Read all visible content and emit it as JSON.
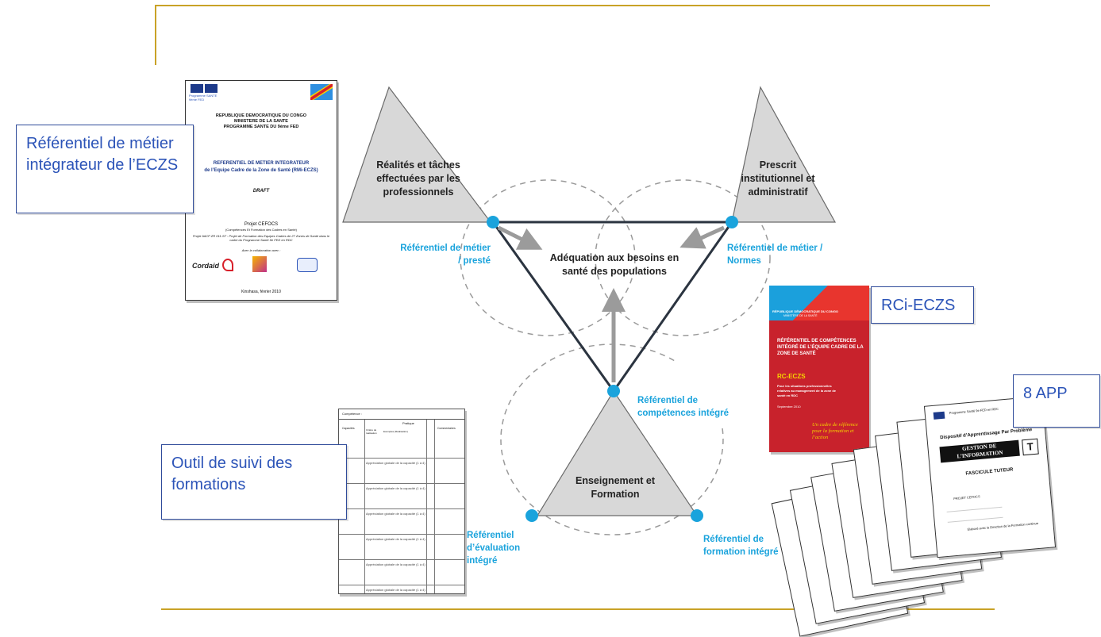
{
  "callouts": {
    "rmi": "Référentiel de métier intégrateur de l’ECZS",
    "rci": "RCi-ECZS",
    "app": "8 APP",
    "outil": "Outil de suivi des formations"
  },
  "diagram": {
    "left_triangle": "Réalités et tâches effectuées par les professionnels",
    "right_triangle": "Prescrit institutionnel et administratif",
    "bottom_triangle": "Enseignement et Formation",
    "center": "Adéquation aux besoins en santé des populations",
    "ref_metier_preste": "Référentiel de métier / presté",
    "ref_metier_normes": "Référentiel de métier / Normes",
    "ref_competences": "Référentiel de compétences intégré",
    "ref_evaluation": "Référentiel d’évaluation intégré",
    "ref_formation": "Référentiel de formation intégré"
  },
  "doc_rmi": {
    "programme": "Programme SANTE 9ème FED",
    "country": "REPUBLIQUE DEMOCRATIQUE DU CONGO",
    "ministry": "MINISTERE DE LA SANTE",
    "programme_line": "PROGRAMME SANTE DU 9ème FED",
    "title1": "REFERENTIEL DE METIER INTEGRATEUR",
    "title2": "de l’Equipe Cadre de la Zone de Santé (RMi-ECZS)",
    "draft": "DRAFT",
    "projet": "Projet CEFOCS",
    "projet_sub": "(Compétences Et Formation des Cadres en Santé)",
    "projet_desc": "Projet 9ACP ZR 011-ST : Projet de Formation des Equipes Cadres de 27 Zones de Santé dans le cadre du Programme Santé 9e FED en RDC",
    "collab": "Avec la collaboration avec :",
    "logo_cordaid": "Cordaid",
    "date": "Kinshasa, février 2010"
  },
  "doc_rci": {
    "country": "RÉPUBLIQUE DÉMOCRATIQUE DU CONGO",
    "ministry": "MINISTÈRE DE LA SANTÉ",
    "title": "RÉFÉRENTIEL DE COMPÉTENCES INTÉGRÉ DE L’ÉQUIPE CADRE DE LA ZONE DE SANTÉ",
    "acronym": "RC-ECZS",
    "subtitle": "Pour les situations professionnelles relatives au management de la zone de santé en RDC",
    "date": "Septembre 2010",
    "tagline": "Un cadre de référence pour la formation et l’action"
  },
  "doc_app": {
    "header": "Programme Santé 9e FED en RDC",
    "title": "Dispositif d’Apprentissage Par Problème",
    "module": "GESTION DE L’INFORMATION",
    "module_letter": "T",
    "fascicule": "FASCICULE TUTEUR",
    "projet": "PROJET CEFOCS",
    "footer": "Elaboré avec la Direction de la Formation continue"
  },
  "doc_outil": {
    "header": "Compétence :",
    "col_pratique": "Pratique",
    "col_capacites": "Capacités",
    "col_criteres": "Critère de réalisation",
    "col_exemples": "Exemples (Réalisation)",
    "col_commentaires": "Commentaires",
    "row_note": "Appréciation globale de la capacité (1 à 4)"
  }
}
